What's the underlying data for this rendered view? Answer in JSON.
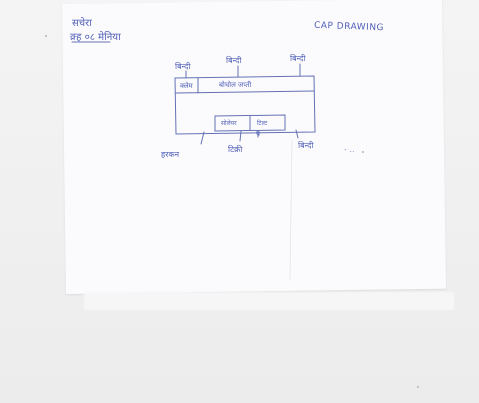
{
  "header": {
    "left_line1": "सचेरा",
    "left_line2": "क्र्ह ०८ मेनिया",
    "right_title": "CAP DRAWING"
  },
  "diagram": {
    "top_labels": [
      "बिन्दी",
      "बिन्दी",
      "बिन्दी"
    ],
    "outer_box": {
      "left_cell": "क्लेम",
      "right_cell": "बोचोल जप्ती"
    },
    "inner_box": {
      "left_cell": "सोलेयर",
      "right_cell": "टिल्ट"
    },
    "inner_box_sublabel": "प",
    "bottom_labels": [
      "हरकन",
      "टिक्री",
      "बिन्दी"
    ],
    "side_marks": "‑ .."
  },
  "colors": {
    "ink": "#3f4fb0",
    "paper": "#fbfbfd",
    "background": "#f1f1f1"
  }
}
